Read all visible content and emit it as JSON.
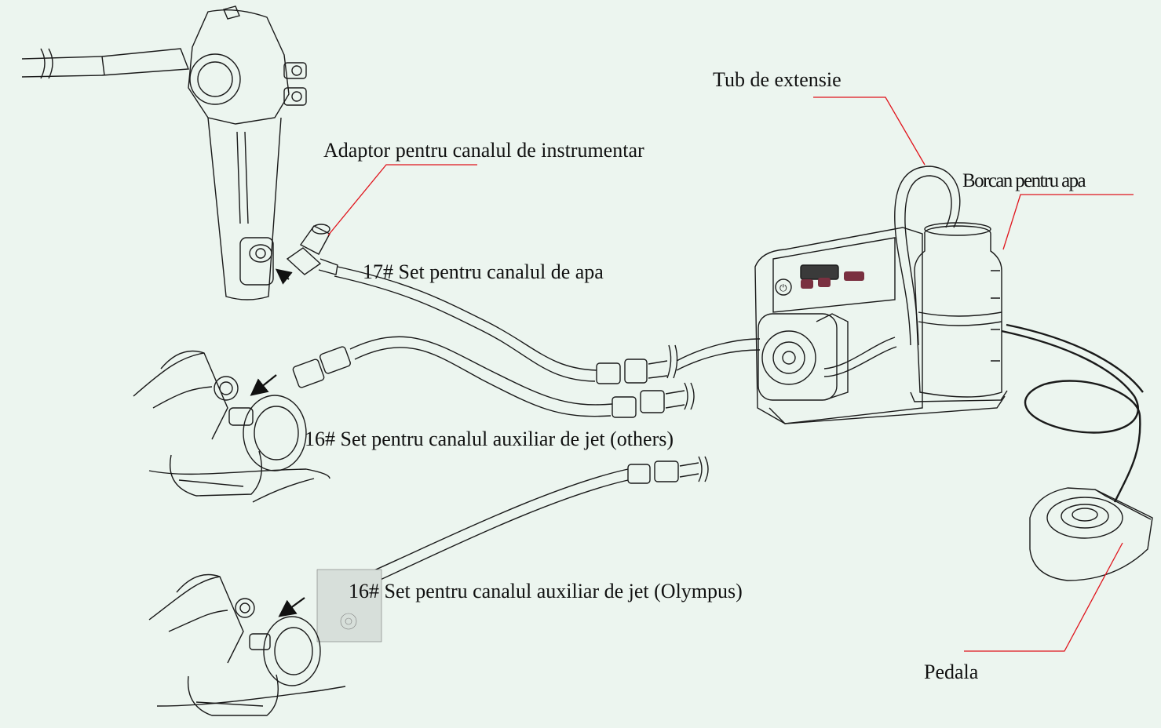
{
  "labels": {
    "extension_tube": "Tub de extensie",
    "water_jar": "Borcan pentru apa",
    "channel_adapter": "Adaptor pentru canalul de instrumentar",
    "set_17": "17# Set pentru canalul de apa",
    "set_16_others": "16# Set pentru canalul auxiliar de jet (others)",
    "set_16_olympus": "16# Set pentru canalul auxiliar de jet (Olympus)",
    "pedal": "Pedala"
  },
  "colors": {
    "background": "#ecf5ef",
    "line_art": "#1a1a1a",
    "leader_line": "#e0141c"
  },
  "icons": [
    "arrow-icon",
    "power-icon"
  ]
}
